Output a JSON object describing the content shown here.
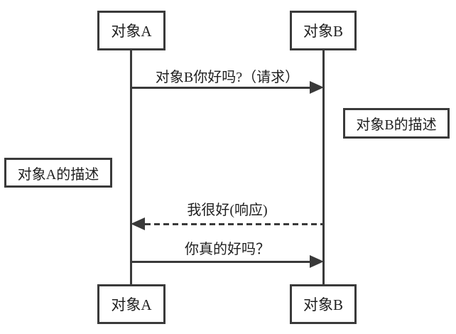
{
  "diagram": {
    "type": "sequence-diagram",
    "objects": {
      "a_top": "对象A",
      "b_top": "对象B",
      "a_bottom": "对象A",
      "b_bottom": "对象B"
    },
    "descriptions": {
      "a": "对象A的描述",
      "b": "对象B的描述"
    },
    "messages": [
      {
        "label": "对象B你好吗?（请求）",
        "from": "对象A",
        "to": "对象B",
        "style": "solid",
        "direction": "right"
      },
      {
        "label": "我很好(响应)",
        "from": "对象B",
        "to": "对象A",
        "style": "dashed",
        "direction": "left"
      },
      {
        "label": "你真的好吗？",
        "from": "对象A",
        "to": "对象B",
        "style": "solid",
        "direction": "right"
      }
    ],
    "colors": {
      "line": "#3a3a3a",
      "text": "#1f1f1f",
      "background": "#ffffff"
    }
  }
}
